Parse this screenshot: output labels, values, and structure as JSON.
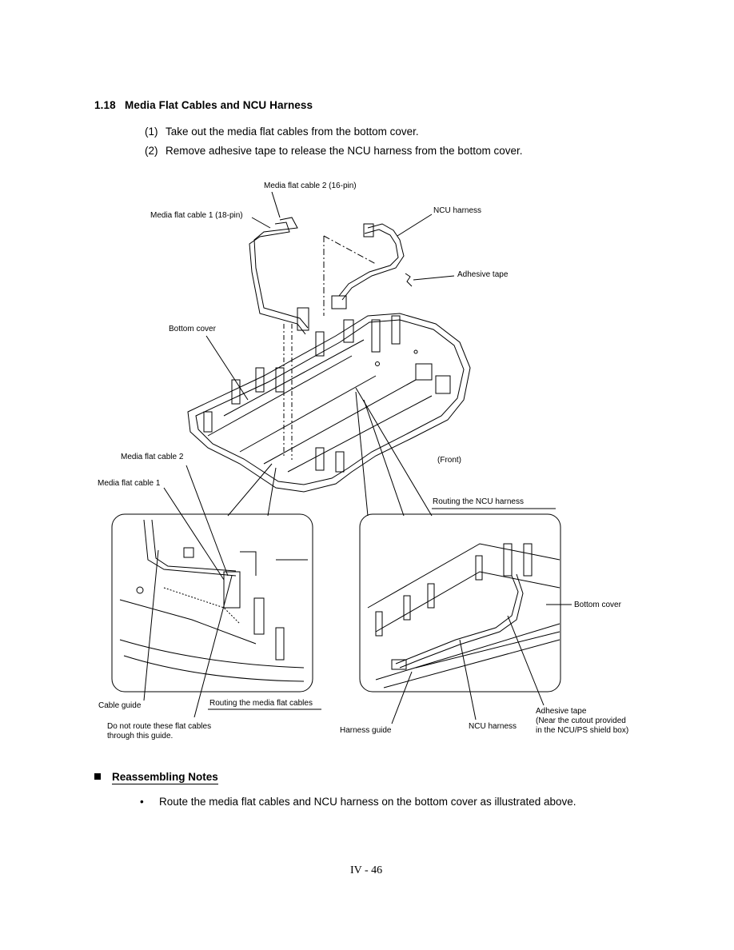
{
  "section": {
    "number": "1.18",
    "title": "Media Flat Cables and NCU Harness"
  },
  "steps": [
    {
      "num": "(1)",
      "text": "Take out the media flat cables from the bottom cover."
    },
    {
      "num": "(2)",
      "text": "Remove adhesive tape to release the NCU harness from the bottom cover."
    }
  ],
  "figure": {
    "labels": {
      "mfc2_pin": "Media flat cable 2 (16-pin)",
      "mfc1_pin": "Media flat cable 1 (18-pin)",
      "ncu_harness_top": "NCU harness",
      "adhesive_tape_top": "Adhesive tape",
      "bottom_cover_top": "Bottom cover",
      "mfc2": "Media flat cable 2",
      "mfc1": "Media flat cable 1",
      "front": "(Front)",
      "routing_ncu": "Routing the NCU harness",
      "bottom_cover_right": "Bottom cover",
      "cable_guide": "Cable guide",
      "routing_media": "Routing the media flat cables",
      "do_not_route_1": "Do not route these flat cables",
      "do_not_route_2": "through this guide.",
      "harness_guide": "Harness guide",
      "ncu_harness_bottom": "NCU harness",
      "adhesive_tape_bottom_1": "Adhesive tape",
      "adhesive_tape_bottom_2": "(Near the cutout provided",
      "adhesive_tape_bottom_3": "in the NCU/PS shield box)"
    }
  },
  "notes": {
    "title": "Reassembling Notes",
    "items": [
      "Route the media flat cables and NCU harness on the bottom cover as illustrated above."
    ]
  },
  "page_number": "IV - 46"
}
